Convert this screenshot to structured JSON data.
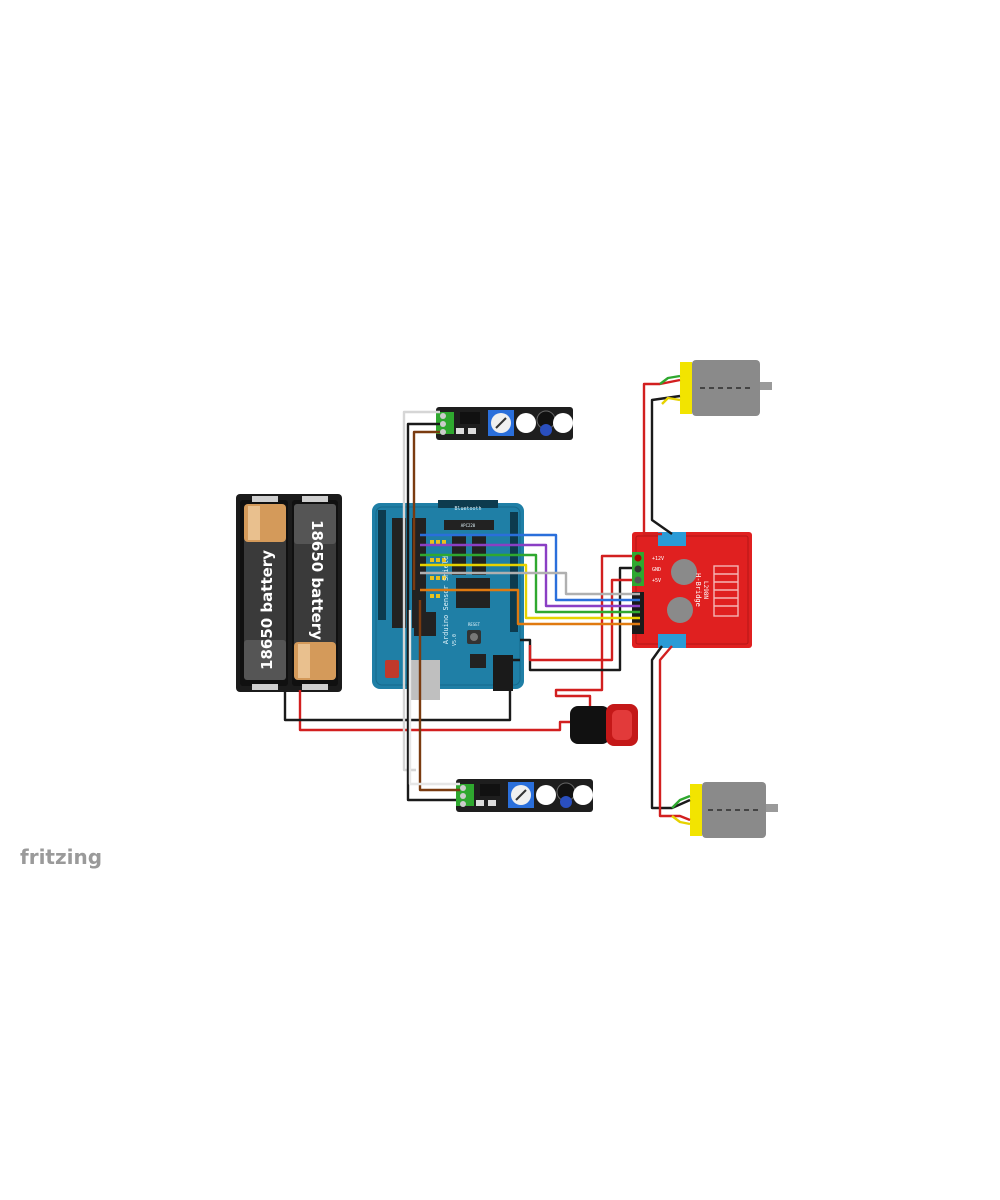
{
  "watermark": "fritzing",
  "battery": {
    "cell_left": "18650 battery",
    "cell_right": "18650 battery"
  },
  "shield": {
    "name": "Arduino Sensor Shield",
    "version": "V5.0",
    "top_label": "Bluetooth",
    "apc_label": "APC220",
    "reset_label": "RESET"
  },
  "hbridge": {
    "chip": "L298N",
    "name": "H-Bridge",
    "pins": [
      "+12V",
      "GND",
      "+5V"
    ]
  },
  "colors": {
    "shield_board": "#1f7fa6",
    "hbridge_board": "#e02020",
    "motor_yellow": "#f2e400",
    "motor_body": "#8a8a8a",
    "battery_holder": "#1b1b1b",
    "battery_cell": "#d49a5a",
    "wire_red": "#d21f1f",
    "wire_black": "#1a1a1a",
    "wire_brown": "#7a3b10",
    "wire_white": "#e6e6e6",
    "wire_blue": "#2a6fdb",
    "wire_purple": "#8a3fc4",
    "wire_green": "#2fa82f",
    "wire_yellow": "#e6d200",
    "wire_orange": "#e07a10",
    "wire_grey": "#9a9a9a"
  }
}
